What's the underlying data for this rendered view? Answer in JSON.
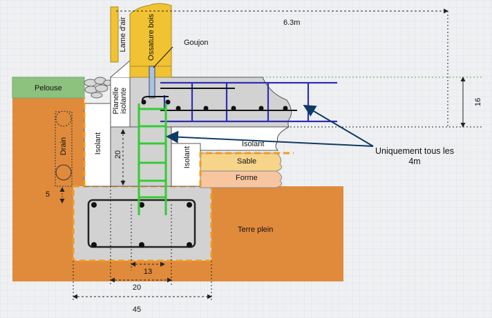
{
  "labels": {
    "lame_air": "Lame d'air",
    "ossature": "Ossature bois",
    "goujon": "Goujon",
    "pelouse": "Pelouse",
    "planelle": "Planelle",
    "planelle_2": "isolante",
    "drain": "Drain",
    "isolant": "Isolant",
    "sable": "Sable",
    "forme": "Forme",
    "terre_plein": "Terre plein",
    "note_1": "Uniquement tous les",
    "note_2": "4m"
  },
  "dimensions": {
    "length": "6.3m",
    "slab": "16",
    "wall_height": "20",
    "drain_offset": "5",
    "bar_spacing": "13",
    "wall_width": "20",
    "footing_width": "45"
  },
  "colors": {
    "background": "#eef0f2",
    "soil": "#e08a3c",
    "grass": "#8cc17e",
    "wood": "#f1c232",
    "concrete": "#d2d2d2",
    "sand": "#f6d48a",
    "form": "#f7c6a0",
    "rebar_blue": "#2d2db3",
    "rebar_green": "#33cc33",
    "dashed_orange": "#f29b1a",
    "arrow": "#0e3a66"
  },
  "icons": [
    "pebbles-icon",
    "rebar-bar-icon"
  ]
}
